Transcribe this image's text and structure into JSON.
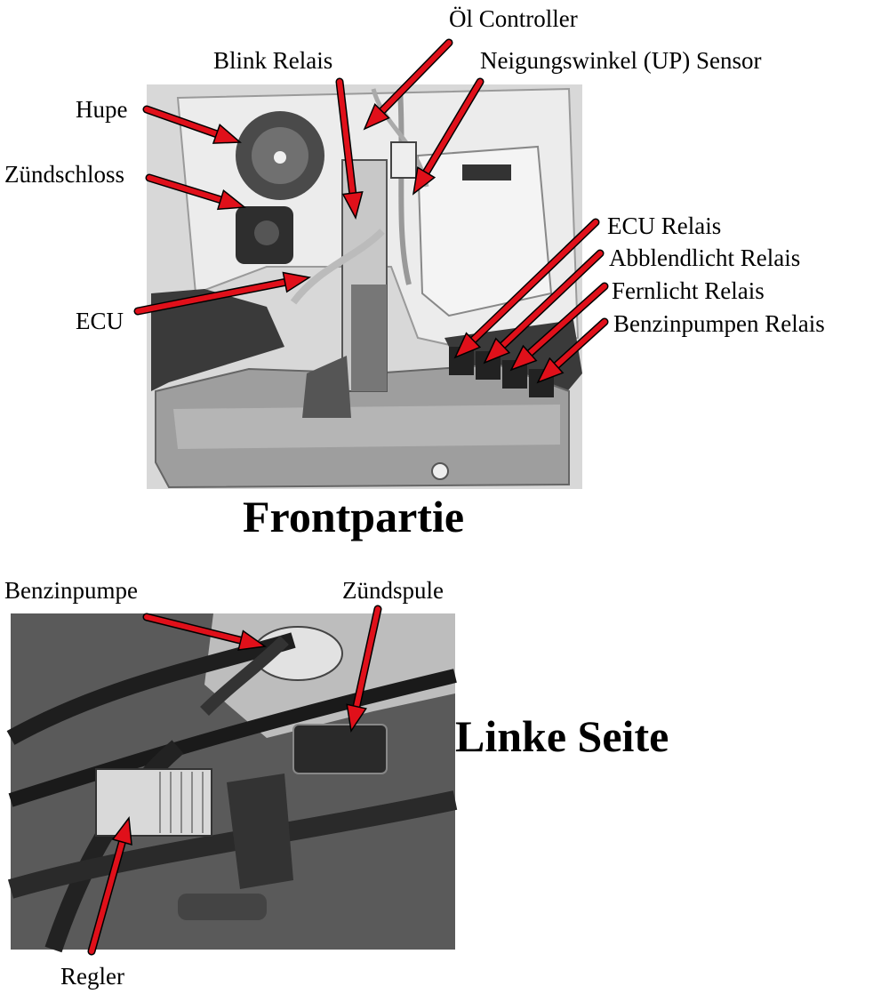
{
  "front": {
    "heading": "Frontpartie",
    "labels": {
      "oel_controller": "Öl Controller",
      "blink_relais": "Blink Relais",
      "neigungswinkel": "Neigungswinkel (UP) Sensor",
      "hupe": "Hupe",
      "zuendschloss": "Zündschloss",
      "ecu": "ECU",
      "ecu_relais": "ECU Relais",
      "abblendlicht": "Abblendlicht Relais",
      "fernlicht": "Fernlicht Relais",
      "benzinpumpen_relais": "Benzinpumpen Relais"
    }
  },
  "left": {
    "heading": "Linke Seite",
    "labels": {
      "benzinpumpe": "Benzinpumpe",
      "zuendspule": "Zündspule",
      "regler": "Regler"
    }
  },
  "colors": {
    "arrow": "#e0101a",
    "photo_light": "#e6e6e6",
    "photo_dark": "#2a2a2a"
  }
}
